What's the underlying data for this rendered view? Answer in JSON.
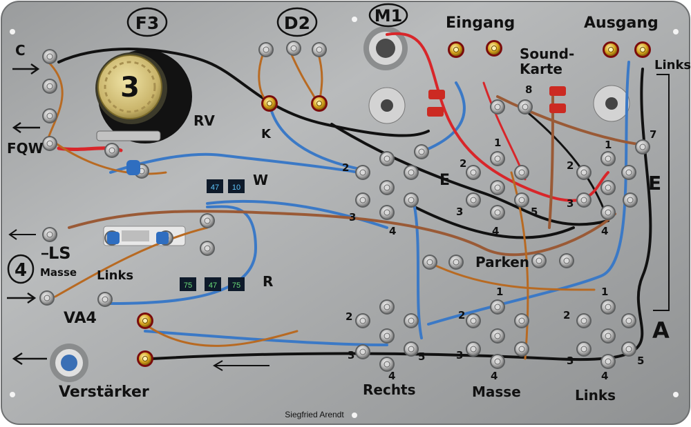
{
  "panel": {
    "labels": {
      "f3": "F3",
      "d2": "D2",
      "m1": "M1",
      "eingang": "Eingang",
      "ausgang": "Ausgang",
      "soundkarte_1": "Sound-",
      "soundkarte_2": "Karte",
      "links_top": "Links",
      "c": "C",
      "fqw": "FQW",
      "rv": "RV",
      "k": "K",
      "knob": "3",
      "w": "W",
      "r_mid": "R",
      "e_center": "E",
      "e_right": "E",
      "ls": "LS",
      "four": "4",
      "masse_left": "Masse",
      "links_left": "Links",
      "va4": "VA4",
      "parken": "Parken",
      "verstaerker": "Verstärker",
      "rechts_bottom": "Rechts",
      "masse_bottom": "Masse",
      "links_bottom": "Links",
      "a": "A",
      "author": "Siegfried Arendt"
    },
    "components": {
      "r47_top": "47",
      "r10_top": "10",
      "r75_left": "75",
      "r47_bottom": "47",
      "r75_right": "75"
    },
    "numbers": {
      "n2_top": "2",
      "n3_top": "3",
      "n4_top": "4",
      "n1_c": "1",
      "n2_c": "2",
      "n3_c": "3",
      "n4_c": "4",
      "n5_c": "5",
      "n7": "7",
      "n8": "8",
      "n1_r": "1",
      "n2_r": "2",
      "n3_r": "3",
      "n4_r": "4",
      "n1_br": "1",
      "n2_br": "2",
      "n3_br": "3",
      "n4_br": "4",
      "n5_br": "5",
      "n1_bm": "1",
      "n2_bm": "2",
      "n3_bm": "3",
      "n4_bm": "4",
      "n2_bl": "2",
      "n3_bl": "3",
      "n4_bl": "4",
      "n5_bl": "5"
    }
  }
}
